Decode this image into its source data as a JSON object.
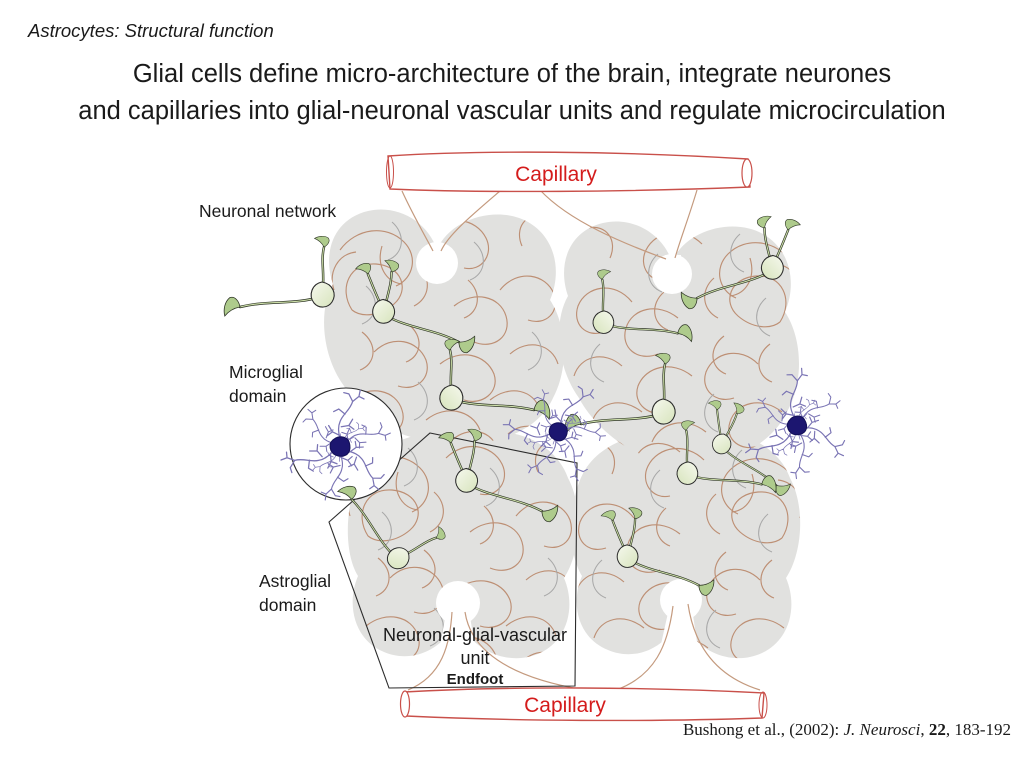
{
  "slide": {
    "header": "Astrocytes: Structural function",
    "title_line1": "Glial cells define micro-architecture of the brain, integrate neurones",
    "title_line2": "and capillaries into glial-neuronal vascular units and regulate microcirculation",
    "citation": {
      "prefix": "Bushong et al., (2002): ",
      "journal_italic": "J. Neurosci",
      "comma1": ", ",
      "volume_bold": "22",
      "pages": ", 183-192"
    }
  },
  "diagram": {
    "labels": {
      "capillary_top": "Capillary",
      "capillary_bottom": "Capillary",
      "neuronal_network": "Neuronal network",
      "microglial_line1": "Microglial",
      "microglial_line2": "domain",
      "astroglial_line1": "Astroglial",
      "astroglial_line2": "domain",
      "ngv_line1": "Neuronal-glial-vascular",
      "ngv_line2": "unit",
      "endfoot": "Endfoot"
    },
    "colors": {
      "capillary_text": "#d41c1c",
      "capillary_outline": "#c9504a",
      "astroglial_domain_fill": "#e1e1df",
      "gyri_lines_tan": "#bd8f74",
      "gyri_lines_gray": "#a8a8a8",
      "neuron_body": "#eaf1da",
      "neuron_endfoot_green": "#aecb8c",
      "microglia_body": "#1c1670",
      "microglia_branches": "#7a74b4",
      "endfoot_funnel_tan": "#c49a7e",
      "label_text": "#1a1a1a"
    }
  }
}
